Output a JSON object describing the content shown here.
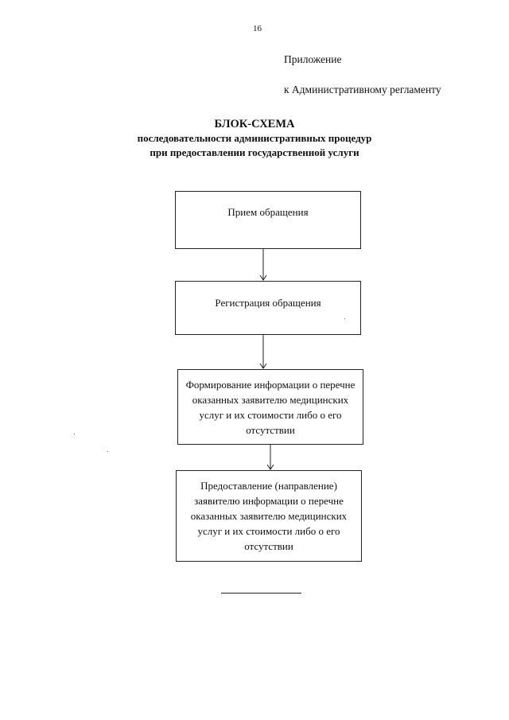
{
  "page": {
    "number": "16"
  },
  "appendix": {
    "title": "Приложение",
    "subtitle": "к Административному регламенту"
  },
  "heading": {
    "title": "БЛОК-СХЕМА",
    "line1": "последовательности административных процедур",
    "line2": "при предоставлении государственной услуги"
  },
  "flowchart": {
    "steps": [
      {
        "label": "Прием обращения"
      },
      {
        "label": "Регистрация обращения"
      },
      {
        "label": "Формирование информации о перечне оказанных заявителю медицинских услуг и их стоимости либо о  его отсутствии"
      },
      {
        "label": "Предоставление (направление) заявителю информации о перечне оказанных заявителю медицинских услуг и их стоимости либо о его отсутствии"
      }
    ]
  },
  "colors": {
    "ink": "#111111",
    "lines": "#222222",
    "paper": "#ffffff"
  }
}
